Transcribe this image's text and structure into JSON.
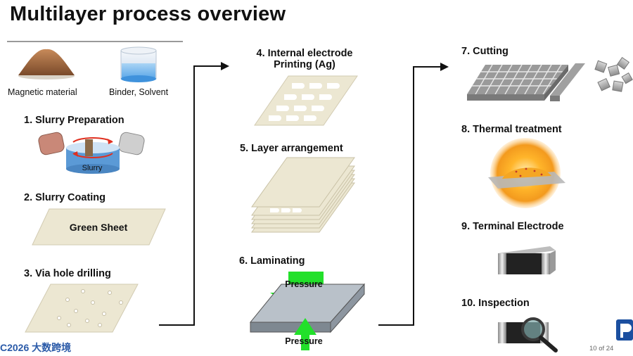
{
  "title": "Multilayer process overview",
  "materials": {
    "magnetic": "Magnetic material",
    "binder": "Binder, Solvent"
  },
  "steps": [
    {
      "label": "1. Slurry Preparation",
      "inner": "Slurry"
    },
    {
      "label": "2. Slurry Coating",
      "inner": "Green Sheet"
    },
    {
      "label": "3. Via hole drilling"
    },
    {
      "label": "4. Internal electrode",
      "label2": "Printing (Ag)"
    },
    {
      "label": "5. Layer  arrangement"
    },
    {
      "label": "6. Laminating",
      "pressure_top": "Pressure",
      "pressure_bottom": "Pressure"
    },
    {
      "label": "7. Cutting"
    },
    {
      "label": "8. Thermal treatment"
    },
    {
      "label": "9. Terminal Electrode"
    },
    {
      "label": "10. Inspection"
    }
  ],
  "footer": {
    "page": "10 of 24",
    "watermark": "C2026 大数跨境"
  },
  "colors": {
    "arrow_green": "#22e02a",
    "sheet": "#ece7d2",
    "slurry_blue": "#5b9ad6",
    "chip_body": "#2a2a2a"
  }
}
